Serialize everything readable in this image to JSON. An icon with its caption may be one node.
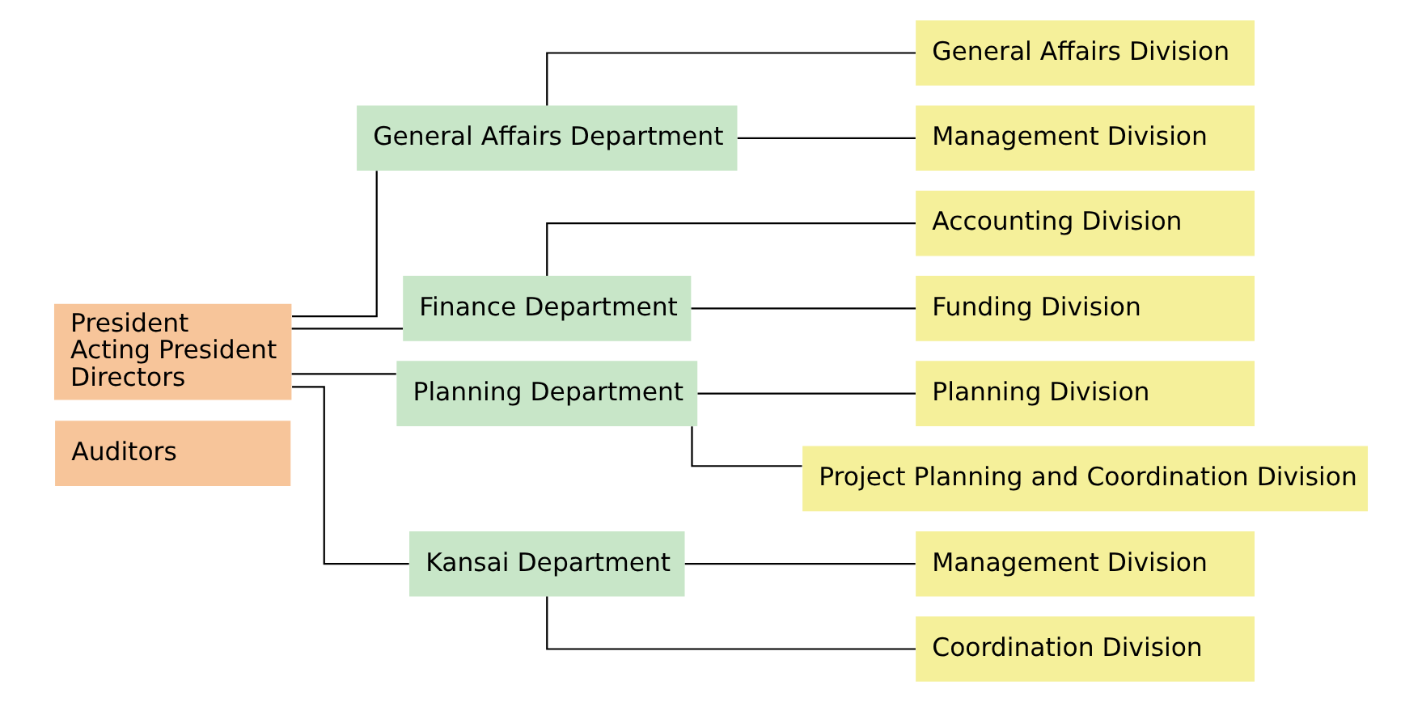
{
  "diagram": {
    "nodes": [
      {
        "text": [
          "President",
          "Acting President",
          "Directors"
        ]
      },
      {
        "text": [
          "Auditors"
        ]
      },
      {
        "text": [
          "General Affairs Department"
        ]
      },
      {
        "text": [
          "Finance Department"
        ]
      },
      {
        "text": [
          "Planning Department"
        ]
      },
      {
        "text": [
          "Kansai Department"
        ]
      },
      {
        "text": [
          "General Affairs Division"
        ]
      },
      {
        "text": [
          "Management Division"
        ]
      },
      {
        "text": [
          "Accounting Division"
        ]
      },
      {
        "text": [
          "Funding Division"
        ]
      },
      {
        "text": [
          "Planning Division"
        ]
      },
      {
        "text": [
          "Project Planning and Coordination Division"
        ]
      },
      {
        "text": [
          "Management Division"
        ]
      },
      {
        "text": [
          "Coordination Division"
        ]
      }
    ],
    "edges": [
      {
        "from": 0,
        "to": 2,
        "arrow": "none"
      },
      {
        "from": 0,
        "to": 3,
        "arrow": "none"
      },
      {
        "from": 0,
        "to": 4,
        "arrow": "none"
      },
      {
        "from": 0,
        "to": 5,
        "arrow": "none"
      },
      {
        "from": 2,
        "to": 6,
        "arrow": "none"
      },
      {
        "from": 2,
        "to": 7,
        "arrow": "none"
      },
      {
        "from": 3,
        "to": 8,
        "arrow": "none"
      },
      {
        "from": 3,
        "to": 9,
        "arrow": "none"
      },
      {
        "from": 4,
        "to": 10,
        "arrow": "none"
      },
      {
        "from": 4,
        "to": 11,
        "arrow": "none"
      },
      {
        "from": 5,
        "to": 12,
        "arrow": "none"
      },
      {
        "from": 5,
        "to": 13,
        "arrow": "none"
      }
    ]
  }
}
